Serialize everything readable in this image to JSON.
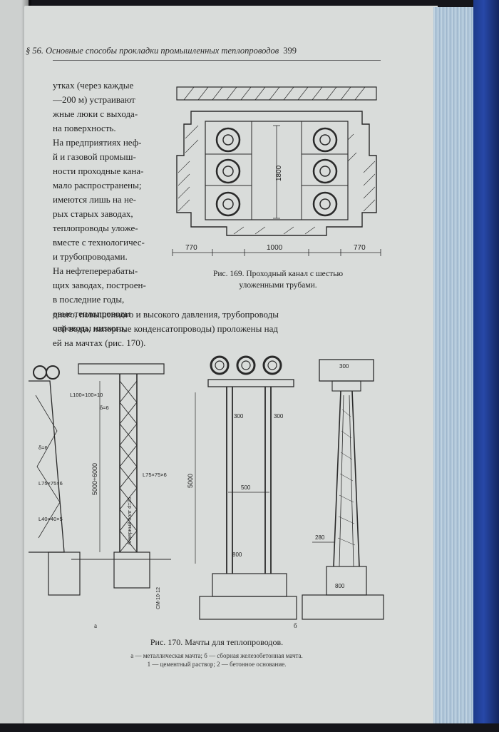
{
  "page": {
    "section_header": "§ 56. Основные способы прокладки промышленных теплопроводов",
    "page_number": "399"
  },
  "column_lines": [
    "утках (через каждые",
    "—200 м) устраивают",
    "жные люки с выхода-",
    "на поверхность.",
    "На предприятиях неф-",
    "й и газовой промыш-",
    "ности проходные кана-",
    "мало распространены;",
    "имеются лишь на не-",
    "рых старых заводах,",
    "теплопроводы уложе-",
    "вместе с технологичес-",
    "и трубопроводами.",
    "На нефтеперерабаты-",
    "щих заводах, построен-",
    "в последние годы,",
    "овые теплопроводы",
    "опроводы низкого,"
  ],
  "full_lines": [
    "днего, повышенного и высокого давления, трубопроводы",
    "чей воды, напорные конденсатопроводы) проложены над",
    "ей на мачтах (рис. 170)."
  ],
  "figure169": {
    "caption_line1": "Рис. 169. Проходный канал с шестью",
    "caption_line2": "уложенными трубами.",
    "dim_height": "1800",
    "dim_left": "770",
    "dim_center": "1000",
    "dim_right": "770"
  },
  "figure170": {
    "caption": "Рис. 170. Мачты для теплопроводов.",
    "legend_line1": "а — металлическая мачта; б — сборная железобетонная мачта.",
    "legend_line2": "1 — цементный раствор; 2 — бетонное основание.",
    "label_a": "а",
    "label_b": "б",
    "dims": {
      "left_height": "5000÷6000",
      "angle1": "L100×100×10",
      "angle2": "L75×75×6",
      "angle3": "L75×75×6",
      "angle4": "L40×40×5",
      "plate": "δ=6",
      "plate2": "δ=6",
      "bolt": "Анкерный болт d=25",
      "base": "СМ-10-12",
      "center_width": "500",
      "center_height": "5000",
      "center_300a": "300",
      "center_300b": "300",
      "center_800": "800",
      "right_300": "300",
      "right_280": "280",
      "right_800": "800"
    }
  }
}
